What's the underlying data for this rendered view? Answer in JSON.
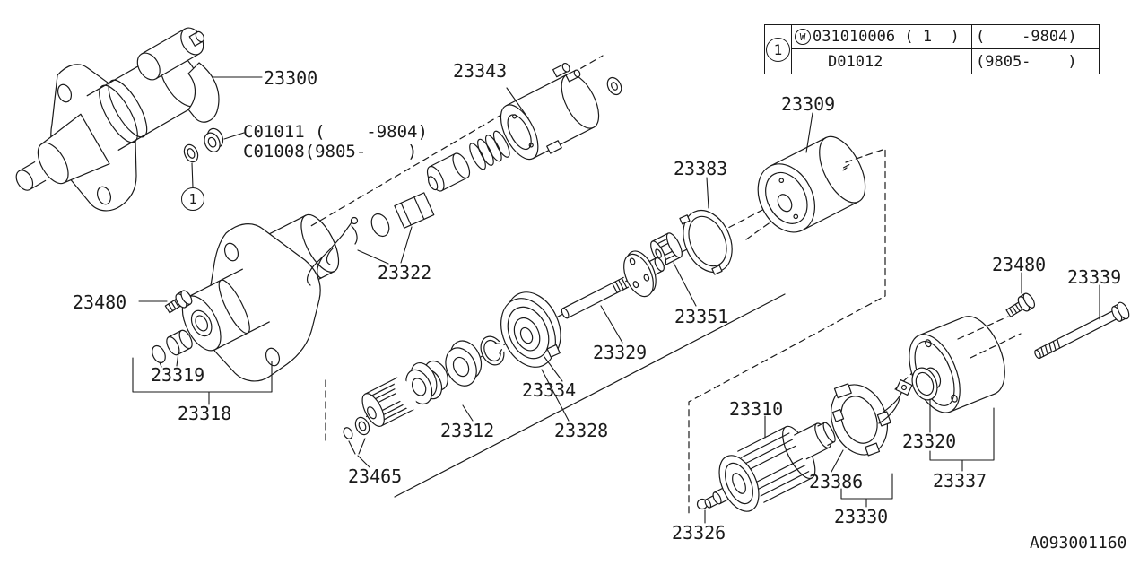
{
  "colors": {
    "line": "#1a1a1a",
    "background": "#ffffff"
  },
  "drawing_code": "A093001160",
  "callout_1": "1",
  "labels": {
    "part23300": "23300",
    "part23343": "23343",
    "c01011": "C01011 (    -9804)",
    "c01008": "C01008(9805-    )",
    "part23309": "23309",
    "part23383": "23383",
    "part23480_left": "23480",
    "part23322": "23322",
    "part23319": "23319",
    "part23318": "23318",
    "part23334": "23334",
    "part23312": "23312",
    "part23328": "23328",
    "part23329": "23329",
    "part23351": "23351",
    "part23465": "23465",
    "part23310": "23310",
    "part23326": "23326",
    "part23386": "23386",
    "part23330": "23330",
    "part23320": "23320",
    "part23337": "23337",
    "part23480_right": "23480",
    "part23339": "23339"
  },
  "table": {
    "ref_marker": "1",
    "rows": [
      {
        "prefix_marker": "W",
        "part_no": "031010006 ( 1  )",
        "applicability": "(    -9804)"
      },
      {
        "prefix_marker": "",
        "part_no": "D01012",
        "applicability": "(9805-    )"
      }
    ]
  }
}
